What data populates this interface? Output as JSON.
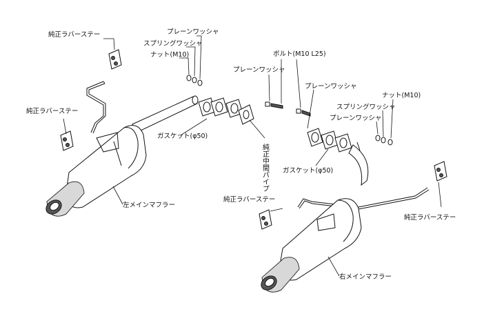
{
  "labels": {
    "stay_top_left": "純正ラバーステー",
    "plain_washer_top": "プレーンワッシャ",
    "spring_washer_top": "スプリングワッシャ",
    "nut_left": "ナット(M10)",
    "bolt": "ボルト(M10 L25)",
    "plain_washer_mid": "プレーンワッシャ",
    "plain_washer_right": "プレーンワッシャ",
    "nut_right": "ナット(M10)",
    "spring_washer_right": "スプリングワッシャ",
    "plain_washer_right2": "プレーンワッシャ",
    "stay_mid_left": "純正ラバーステー",
    "gasket_left": "ガスケット(φ50)",
    "center_pipe": "純正中間パイプ",
    "gasket_right": "ガスケット(φ50)",
    "left_muffler": "左メインマフラー",
    "stay_bottom_center": "純正ラバーステー",
    "stay_right": "純正ラバーステー",
    "right_muffler": "右メインマフラー"
  }
}
